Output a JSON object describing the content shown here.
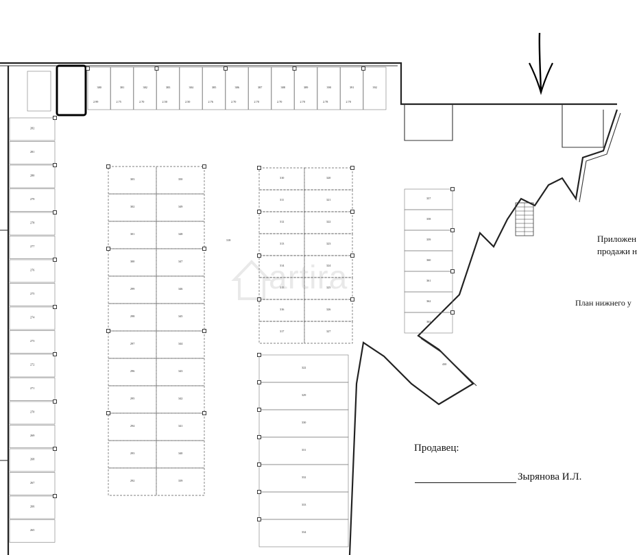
{
  "notes": {
    "appendix_line1": "Приложен",
    "appendix_line2": "продажи н",
    "plan_title": "План нижнего у"
  },
  "signature": {
    "seller_label": "Продавец:",
    "seller_name": "Зырянова И.Л."
  },
  "watermark": {
    "text": "artira"
  },
  "parking": {
    "top_row_numbers": [
      "380",
      "381",
      "382",
      "383",
      "384",
      "385",
      "386",
      "387",
      "388",
      "389",
      "390",
      "391",
      "392"
    ],
    "top_row_areas": [
      "2.99",
      "2.75",
      "2.70",
      "2.50",
      "2.50",
      "2.76",
      "2.70",
      "2.70",
      "2.70",
      "2.70",
      "2.78",
      "2.70"
    ],
    "left_column_numbers": [
      "282",
      "281",
      "280",
      "279",
      "278",
      "277",
      "276",
      "275",
      "274",
      "273",
      "272",
      "271",
      "270",
      "269",
      "268",
      "267",
      "266",
      "265"
    ],
    "block_a_left_numbers": [
      "303",
      "302",
      "301",
      "300",
      "299",
      "298",
      "297",
      "296",
      "295",
      "294",
      "293",
      "292"
    ],
    "block_a_right_numbers": [
      "350",
      "349",
      "348",
      "347",
      "346",
      "345",
      "344",
      "343",
      "342",
      "341",
      "340",
      "339"
    ],
    "block_b_left_numbers": [
      "310",
      "311",
      "312",
      "313",
      "314",
      "315",
      "316",
      "317"
    ],
    "block_b_right_numbers": [
      "320",
      "321",
      "322",
      "323",
      "324",
      "325",
      "326",
      "327"
    ],
    "block_c_numbers": [
      "322",
      "329",
      "330",
      "331",
      "332",
      "333",
      "334"
    ],
    "right_numbers": [
      "357",
      "358",
      "359",
      "360",
      "361",
      "362",
      "363"
    ],
    "corridor_label": "430",
    "hall_label": "318"
  }
}
